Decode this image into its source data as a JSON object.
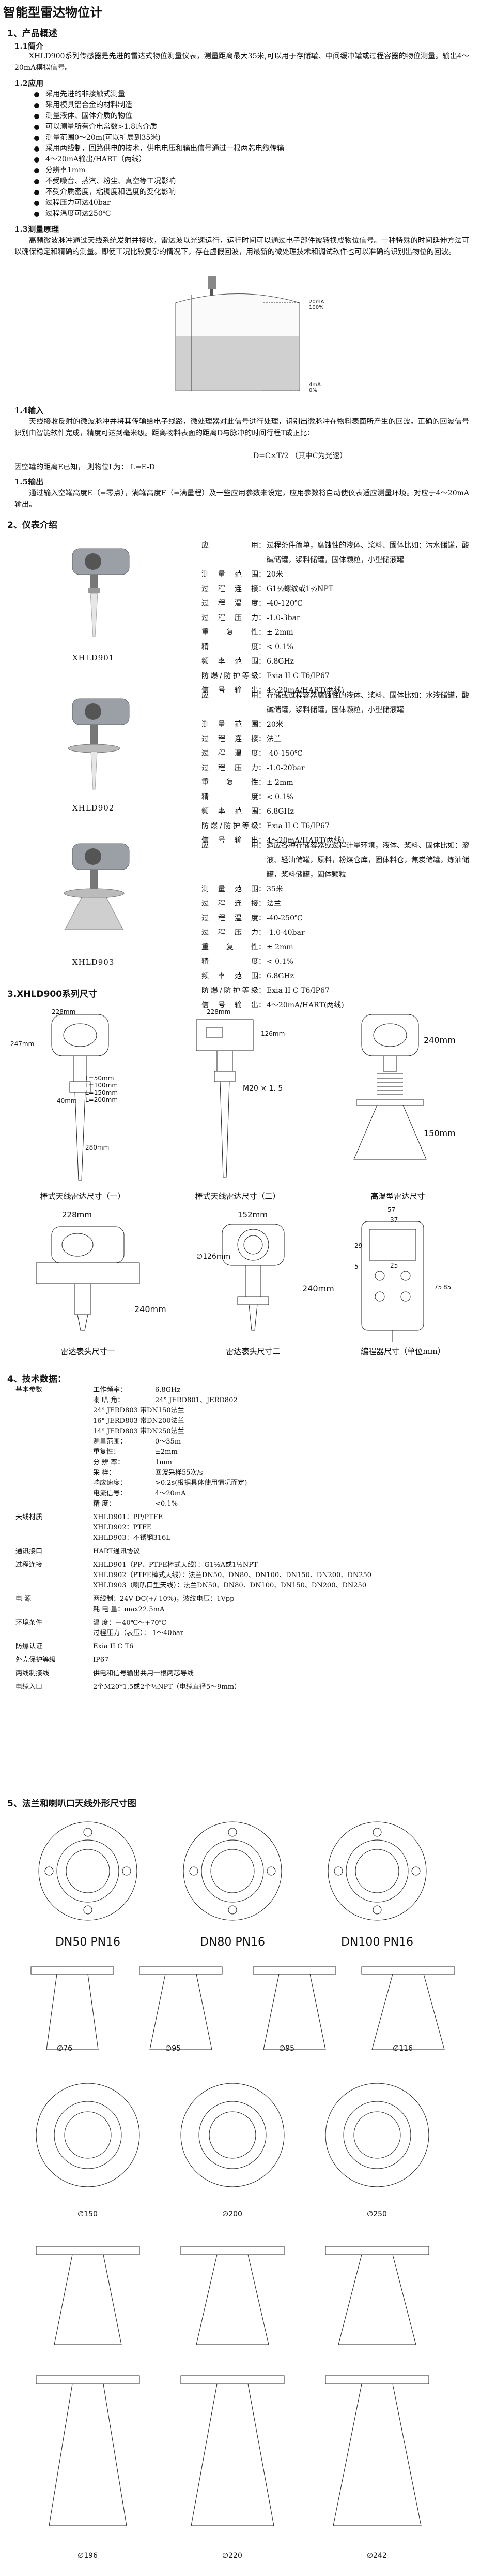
{
  "title": "智能型雷达物位计",
  "s1": {
    "heading": "1、产品概述",
    "sub1": "1.1简介",
    "intro": "XHLD900系列传感器是先进的雷达式物位测量仪表，测量距离最大35米,可以用于存储罐、中间缓冲罐或过程容器的物位测量。输出4～20mA模拟信号。",
    "sub2": "1.2应用",
    "features": [
      "采用先进的非接触式测量",
      "采用模具铝合金的材料制造",
      "测量液体、固体介质的物位",
      "可以测量所有介电常数>1.8的介质",
      "测量范围0～20m(可以扩展到35米)",
      "采用两线制，回路供电的技术，供电电压和输出信号通过一根两芯电缆传输",
      "4～20mA输出/HART（两线）",
      "分辨率1mm",
      "不受噪音、蒸汽、粉尘、真空等工况影响",
      "不受介质密度，粘稠度和温度的变化影响",
      "过程压力可达40bar",
      "过程温度可达250℃"
    ],
    "sub3": "1.3测量原理",
    "principle": "高频微波脉冲通过天线系统发射并接收，雷达波以光速运行，运行时间可以通过电子部件被转换成物位信号。一种特殊的时间延伸方法可以确保稳定和精确的测量。即使工况比较复杂的情况下，存在虚假回波，用最新的微处理技术和调试软件也可以准确的识别出物位的回波。",
    "tank_top_label": "20mA\n100%",
    "tank_bottom_label": "4mA\n0%",
    "sub4": "1.4输入",
    "input": "天线接收反射的微波脉冲并将其传输给电子线路，微处理器对此信号进行处理，识别出微脉冲在物料表面所产生的回波。正确的回波信号识别由智能软件完成，精度可达到毫米级。距离物料表面的距离D与脉冲的时间行程T成正比：",
    "formula": "D=C×T/2    （其中C为光速）",
    "formula2": "因空罐的距离E已知，    则物位L为：            L=E-D",
    "sub5": "1.5输出",
    "output": "通过输入空罐高度E（=零点），满罐高度F（=满量程）及一些应用参数来设定，应用参数将自动使仪表适应测量环境。对应于4～20mA输出。"
  },
  "s2": {
    "heading": "2、仪表介绍",
    "products": [
      {
        "caption": "XHLD901",
        "specs": [
          [
            "应    用",
            "过程条件简单，腐蚀性的液体、浆料、固体比如：污水储罐，酸碱储罐，浆料储罐，固体颗粒，小型储液罐"
          ],
          [
            "测量范围",
            "20米"
          ],
          [
            "过程连接",
            "G1½螺纹或1½NPT"
          ],
          [
            "过程温度",
            "-40-120℃"
          ],
          [
            "过程压力",
            "-1.0-3bar"
          ],
          [
            "重 复 性",
            "± 2mm"
          ],
          [
            "精    度",
            "< 0.1%"
          ],
          [
            "频率范围",
            "6.8GHz"
          ],
          [
            "防爆/防护等级",
            "Exia II C T6/IP67"
          ],
          [
            "信号输出",
            "4～20mA/HART(两线)"
          ]
        ]
      },
      {
        "caption": "XHLD902",
        "specs": [
          [
            "应    用",
            "存储或过程容器腐蚀性的液体、浆料、固体比如：水液储罐，酸碱储罐，浆料储罐，固体颗粒，小型储液罐"
          ],
          [
            "测量范围",
            "20米"
          ],
          [
            "过程连接",
            "法兰"
          ],
          [
            "过程温度",
            "-40-150℃"
          ],
          [
            "过程压力",
            "-1.0-20bar"
          ],
          [
            "重 复 性",
            "± 2mm"
          ],
          [
            "精    度",
            "< 0.1%"
          ],
          [
            "频率范围",
            "6.8GHz"
          ],
          [
            "防爆/防护等级",
            "Exia II C T6/IP67"
          ],
          [
            "信号输出",
            "4～20mA/HART(两线)"
          ]
        ]
      },
      {
        "caption": "XHLD903",
        "specs": [
          [
            "应    用",
            "适应各种存储容器或过程计量环境，液体、浆料、固体比如：溶液、轻油储罐，原料，粉煤仓库，固体料仓，焦炭储罐，炼油储罐，浆料储罐，固体颗粒"
          ],
          [
            "测量范围",
            "35米"
          ],
          [
            "过程连接",
            "法兰"
          ],
          [
            "过程温度",
            "-40-250℃"
          ],
          [
            "过程压力",
            "-1.0-40bar"
          ],
          [
            "重 复 性",
            "± 2mm"
          ],
          [
            "精    度",
            "< 0.1%"
          ],
          [
            "频率范围",
            "6.8GHz"
          ],
          [
            "防爆/防护等级",
            "Exia II C T6/IP67"
          ],
          [
            "信号输出",
            "4～20mA/HART(两线)"
          ]
        ]
      }
    ]
  },
  "s3": {
    "heading": "3.XHLD900系列尺寸",
    "d1": {
      "w": "228mm",
      "h": "247mm",
      "d": "40mm",
      "L": "L=50mm\nL=100mm\nL=150mm\nL=200mm",
      "rod": "280mm",
      "caption": "棒式天线雷达尺寸（一）"
    },
    "d2": {
      "w": "228mm",
      "h": "126mm",
      "t": "M20 × 1. 5",
      "caption": "棒式天线雷达尺寸（二）"
    },
    "d3": {
      "h1": "240mm",
      "h2": "150mm",
      "caption": "高温型雷达尺寸"
    },
    "d4": {
      "w": "228mm",
      "h": "240mm",
      "caption": "雷达表头尺寸一"
    },
    "d5": {
      "w": "152mm",
      "phi": "∅126mm",
      "h": "240mm",
      "caption": "雷达表头尺寸二"
    },
    "d6": {
      "w1": "57",
      "w2": "37",
      "w3": "25",
      "h1": "85",
      "h2": "75",
      "h3": "29",
      "h4": "5",
      "caption": "编程器尺寸（单位mm）"
    }
  },
  "s4": {
    "heading": "4、技术数据：",
    "groups": [
      {
        "k": "基本参数",
        "lines": [
          [
            "工作频率：",
            "6.8GHz"
          ],
          [
            "喇 叭 角：",
            "24° JERD801、JERD802"
          ],
          [
            "",
            "24° JERD803 带DN150法兰"
          ],
          [
            "",
            "16° JERD803 带DN200法兰"
          ],
          [
            "",
            "14° JERD803 带DN250法兰"
          ],
          [
            "测量范围：",
            "0～35m"
          ],
          [
            "重复性：",
            "±2mm"
          ],
          [
            "分 辨 率：",
            "1mm"
          ],
          [
            "采 样：",
            "回波采样55次/s"
          ],
          [
            "响应速度：",
            ">0.2s(根据具体使用情况而定)"
          ],
          [
            "电流信号：",
            "4～20mA"
          ],
          [
            "精 度：",
            "<0.1%"
          ]
        ]
      },
      {
        "k": "天线材质",
        "lines": [
          [
            "",
            "XHLD901：PP/PTFE"
          ],
          [
            "",
            "XHLD902：PTFE"
          ],
          [
            "",
            "XHLD903：不锈钢316L"
          ]
        ]
      },
      {
        "k": "通讯接口",
        "lines": [
          [
            "",
            "HART通讯协议"
          ]
        ]
      },
      {
        "k": "过程连接",
        "lines": [
          [
            "",
            "XHLD901（PP、PTFE棒式天线）：G1½A或1½NPT"
          ],
          [
            "",
            "XHLD902（PTFE棒式天线）：法兰DN50、DN80、DN100、DN150、DN200、DN250"
          ],
          [
            "",
            "XHLD903（喇叭口型天线）：法兰DN50、DN80、DN100、DN150、DN200、DN250"
          ]
        ]
      },
      {
        "k": "电      源",
        "lines": [
          [
            "",
            "两线制：24V DC(+/-10%)，波纹电压：1Vpp"
          ],
          [
            "",
            "耗 电 量：max22.5mA"
          ]
        ]
      },
      {
        "k": "环境条件",
        "lines": [
          [
            "",
            "温    度：－40℃～+70℃"
          ],
          [
            "",
            "过程压力（表压）：-1～40bar"
          ]
        ]
      },
      {
        "k": "防爆认证",
        "lines": [
          [
            "",
            "Exia II C T6"
          ]
        ]
      },
      {
        "k": "外壳保护等级",
        "lines": [
          [
            "",
            "IP67"
          ]
        ]
      },
      {
        "k": "两线制接线",
        "lines": [
          [
            "",
            "供电和信号输出共用一根两芯导线"
          ]
        ]
      },
      {
        "k": "电缆入口",
        "lines": [
          [
            "",
            "2个M20*1.5或2个½NPT（电缆直径5～9mm）"
          ]
        ]
      }
    ]
  },
  "s5": {
    "heading": "5、法兰和喇叭口天线外形尺寸图",
    "row1": [
      "DN50 PN16",
      "DN80 PN16",
      "DN100 PN16"
    ],
    "phis": [
      "∅76",
      "∅95",
      "∅95",
      "∅116"
    ],
    "row2": [
      "∅150",
      "∅200",
      "∅250"
    ],
    "bottom": [
      "∅196",
      "∅220",
      "∅242"
    ]
  }
}
